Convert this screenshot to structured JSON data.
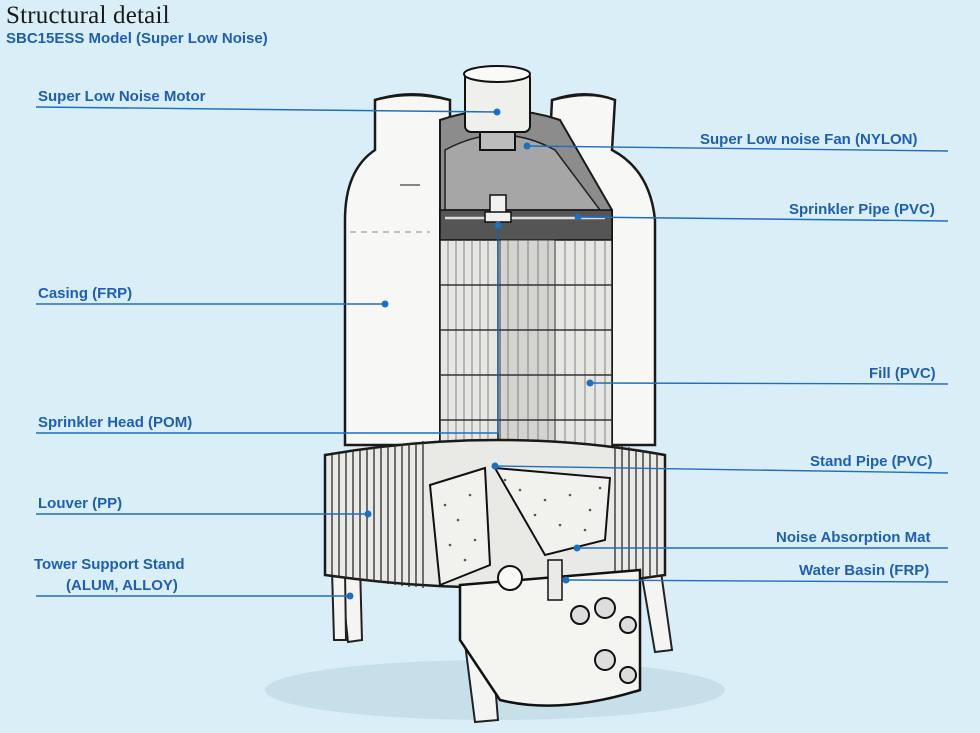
{
  "header": {
    "title": "Structural detail",
    "subtitle": "SBC15ESS Model (Super Low Noise)"
  },
  "labels": {
    "motor": "Super Low Noise Motor",
    "fan": "Super  Low noise Fan (NYLON)",
    "sprinkler_pipe": "Sprinkler Pipe (PVC)",
    "casing": "Casing (FRP)",
    "fill": "Fill (PVC)",
    "sprinkler_head": "Sprinkler Head (POM)",
    "stand_pipe": "Stand Pipe (PVC)",
    "louver": "Louver  (PP)",
    "noise_mat": "Noise Absorption Mat",
    "support_stand_1": "Tower Support Stand",
    "support_stand_2": "(ALUM, ALLOY)",
    "water_basin": "Water Basin (FRP)"
  },
  "colors": {
    "background": "#d9eef6",
    "label": "#1f5fb3",
    "leader": "#1f6fc0"
  }
}
